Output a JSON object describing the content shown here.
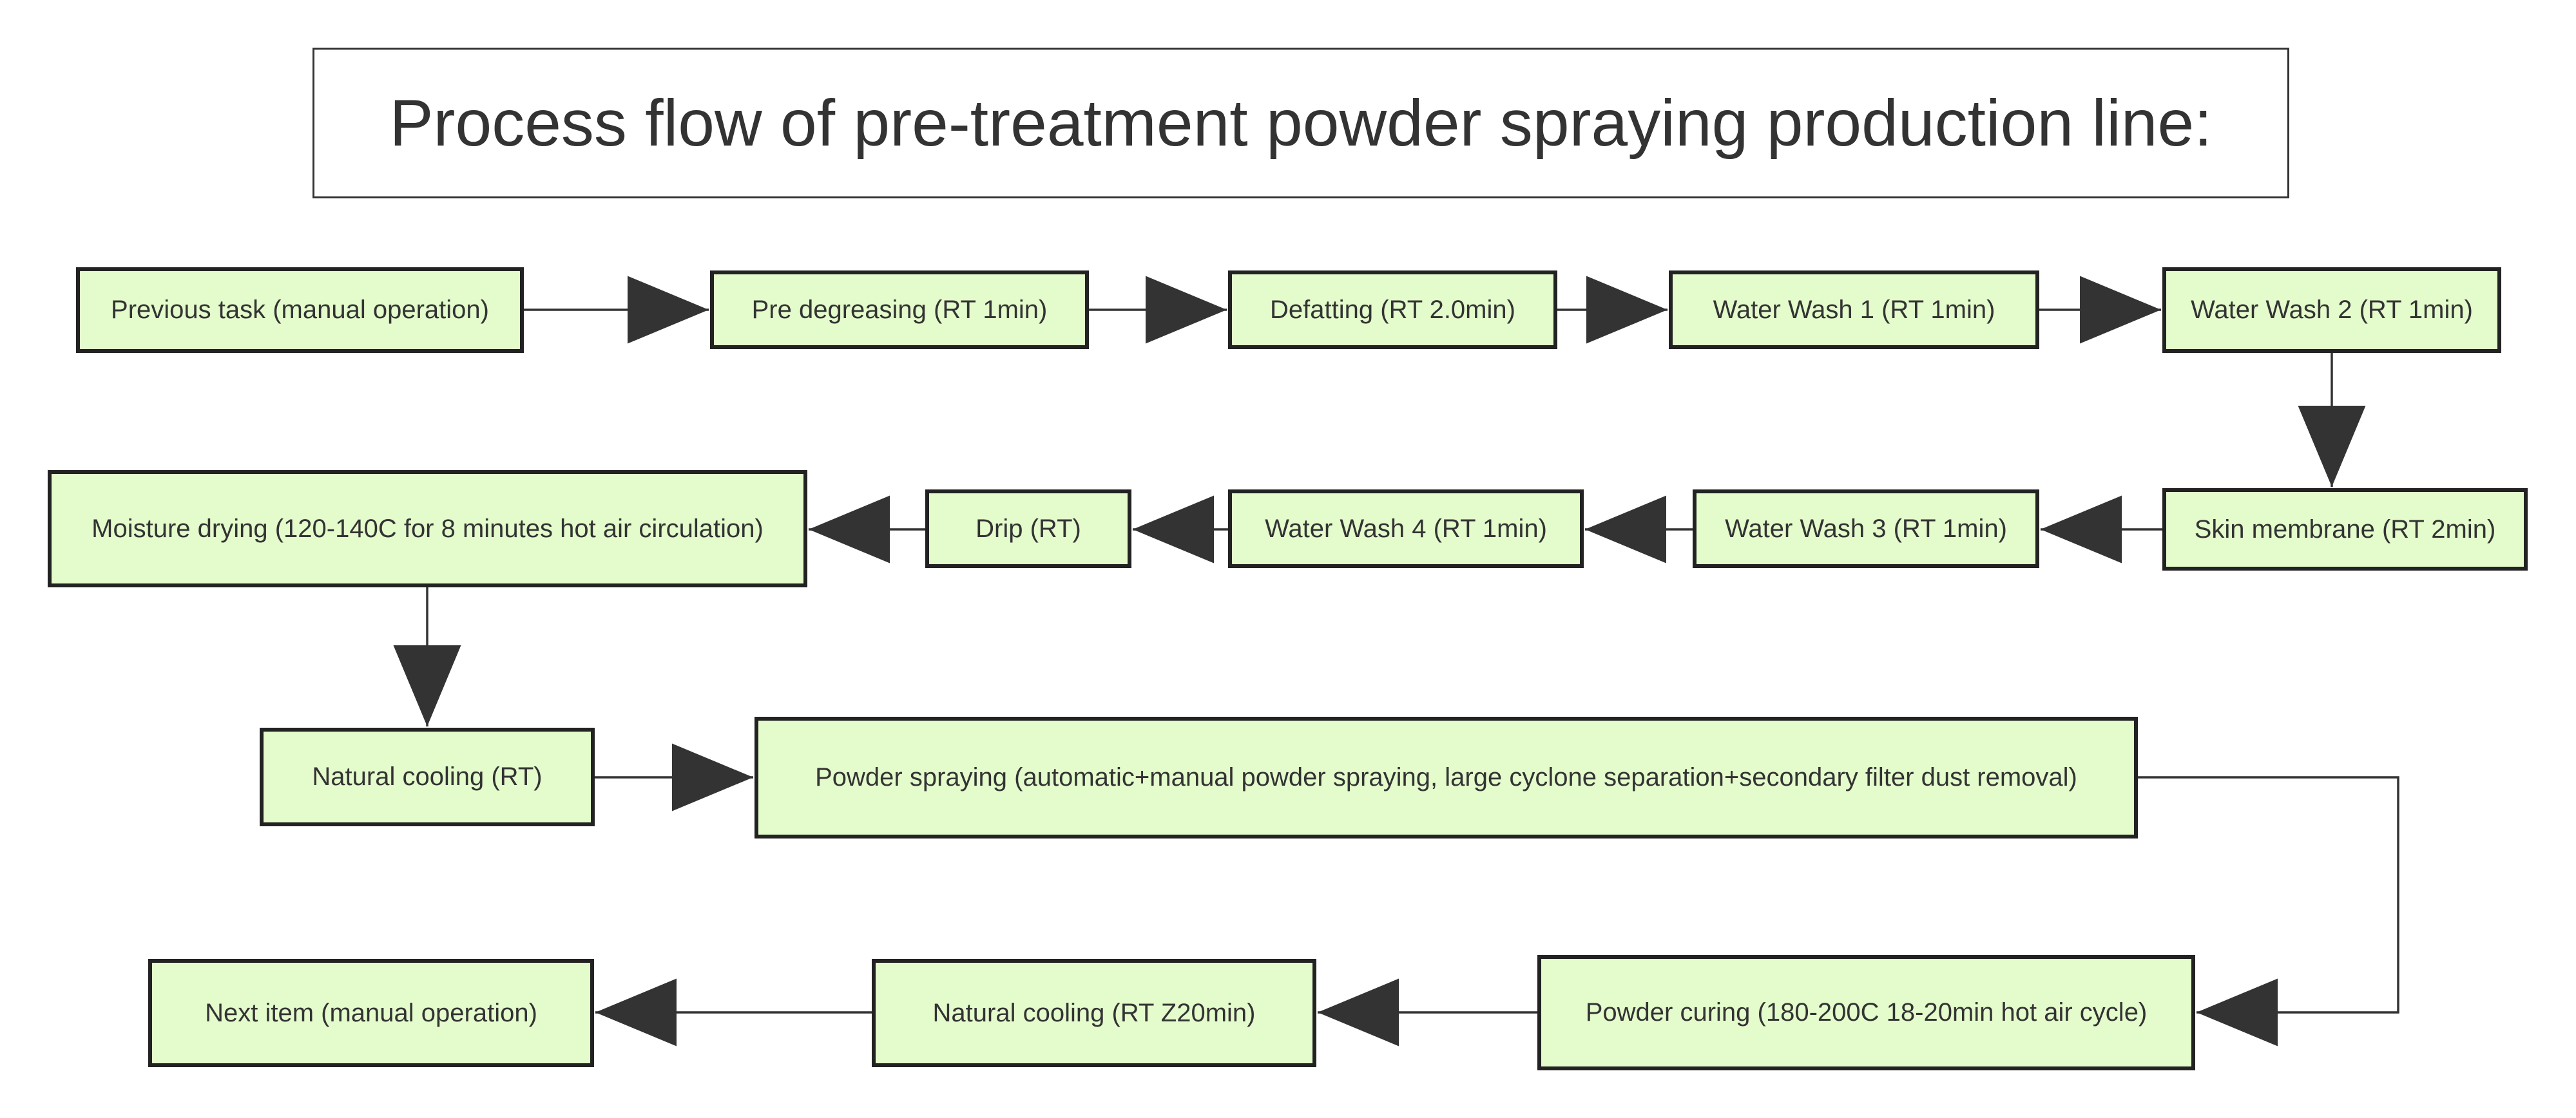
{
  "title": "Process flow of pre-treatment powder spraying production line:",
  "colors": {
    "node_fill": "#e4fbcc",
    "node_border": "#222222",
    "edge": "#333333",
    "text": "#333333"
  },
  "nodes": [
    {
      "id": "n1",
      "label": "Previous task (manual operation)"
    },
    {
      "id": "n2",
      "label": "Pre degreasing (RT 1min)"
    },
    {
      "id": "n3",
      "label": "Defatting (RT 2.0min)"
    },
    {
      "id": "n4",
      "label": "Water Wash 1 (RT 1min)"
    },
    {
      "id": "n5",
      "label": "Water Wash 2 (RT 1min)"
    },
    {
      "id": "n6",
      "label": "Skin membrane (RT 2min)"
    },
    {
      "id": "n7",
      "label": "Water Wash 3 (RT 1min)"
    },
    {
      "id": "n8",
      "label": "Water Wash 4 (RT 1min)"
    },
    {
      "id": "n9",
      "label": "Drip (RT)"
    },
    {
      "id": "n10",
      "label": "Moisture drying (120-140C for 8 minutes hot air circulation)"
    },
    {
      "id": "n11",
      "label": "Natural cooling (RT)"
    },
    {
      "id": "n12",
      "label": "Powder spraying (automatic+manual powder spraying, large cyclone separation+secondary filter dust removal)"
    },
    {
      "id": "n13",
      "label": "Powder curing (180-200C 18-20min hot air cycle)"
    },
    {
      "id": "n14",
      "label": "Natural cooling (RT Z20min)"
    },
    {
      "id": "n15",
      "label": "Next item (manual operation)"
    }
  ],
  "edges": [
    {
      "from": "n1",
      "to": "n2"
    },
    {
      "from": "n2",
      "to": "n3"
    },
    {
      "from": "n3",
      "to": "n4"
    },
    {
      "from": "n4",
      "to": "n5"
    },
    {
      "from": "n5",
      "to": "n6"
    },
    {
      "from": "n6",
      "to": "n7"
    },
    {
      "from": "n7",
      "to": "n8"
    },
    {
      "from": "n8",
      "to": "n9"
    },
    {
      "from": "n9",
      "to": "n10"
    },
    {
      "from": "n10",
      "to": "n11"
    },
    {
      "from": "n11",
      "to": "n12"
    },
    {
      "from": "n12",
      "to": "n13"
    },
    {
      "from": "n13",
      "to": "n14"
    },
    {
      "from": "n14",
      "to": "n15"
    }
  ]
}
